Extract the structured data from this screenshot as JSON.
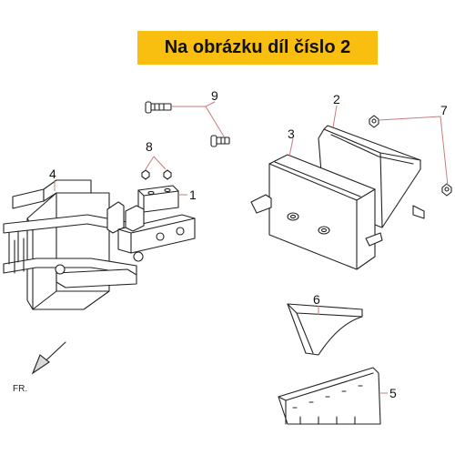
{
  "banner": {
    "text": "Na obrázku díl číslo 2"
  },
  "callouts": {
    "c1": "1",
    "c2": "2",
    "c3": "3",
    "c4": "4",
    "c5": "5",
    "c6": "6",
    "c7": "7",
    "c8": "8",
    "c9": "9"
  },
  "direction": {
    "label": "FR."
  },
  "colors": {
    "banner_bg": "#f9bf10",
    "leader": "#c97b7b",
    "line": "#222222"
  }
}
